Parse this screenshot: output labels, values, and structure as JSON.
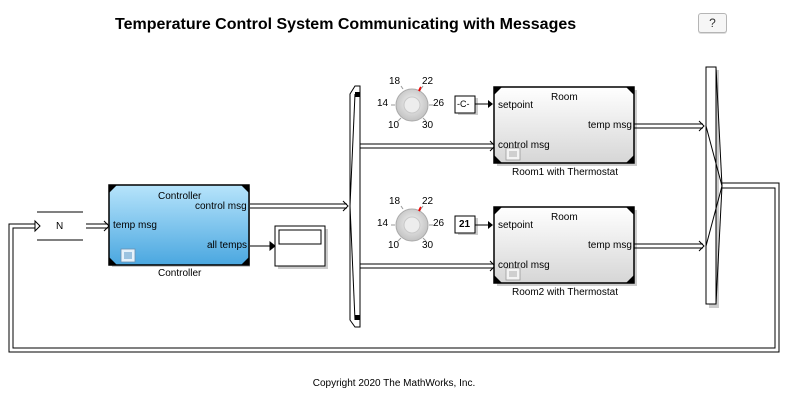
{
  "title": "Temperature Control System Communicating with Messages",
  "help_label": "?",
  "copyright": "Copyright 2020 The MathWorks, Inc.",
  "n_block": {
    "label": "N"
  },
  "controller": {
    "name": "Controller",
    "title": "Controller",
    "in_port": "temp msg",
    "out_control": "control msg",
    "out_temps": "all temps"
  },
  "room1": {
    "title": "Room",
    "setpoint_port": "setpoint",
    "temp_port": "temp msg",
    "control_port": "control msg",
    "name": "Room1 with Thermostat",
    "const_label": "-C-"
  },
  "room2": {
    "title": "Room",
    "setpoint_port": "setpoint",
    "temp_port": "temp msg",
    "control_port": "control msg",
    "name": "Room2 with Thermostat",
    "const_label": "21"
  },
  "knob_ticks": [
    "18",
    "22",
    "14",
    "26",
    "10",
    "30"
  ]
}
